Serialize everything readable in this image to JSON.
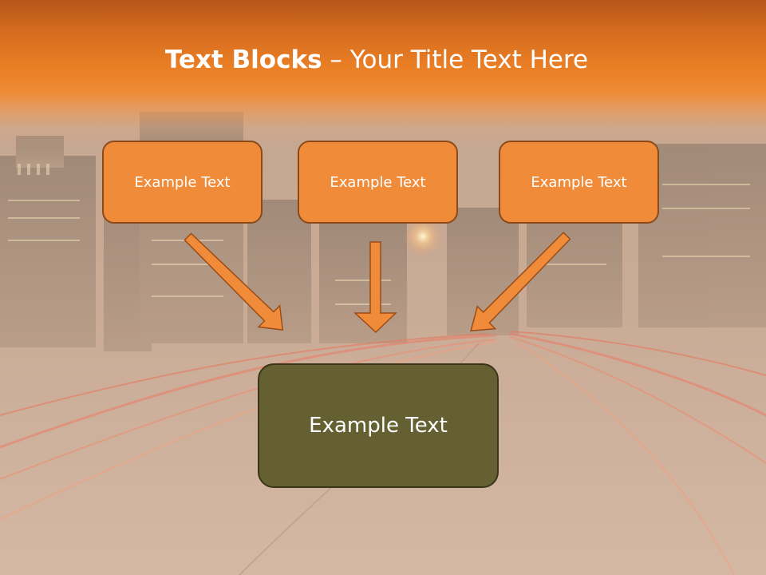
{
  "slide": {
    "title_bold": "Text Blocks",
    "title_rest": " – Your Title Text Here"
  },
  "blocks": [
    {
      "text": "Example Text"
    },
    {
      "text": "Example Text"
    },
    {
      "text": "Example Text"
    }
  ],
  "main_block": {
    "text": "Example Text"
  },
  "colors": {
    "header": "#ea7f25",
    "small_box_fill": "#f08b3a",
    "small_box_border": "#8a4a1a",
    "main_box_fill": "#656031",
    "arrow_fill": "#f08b3a"
  }
}
